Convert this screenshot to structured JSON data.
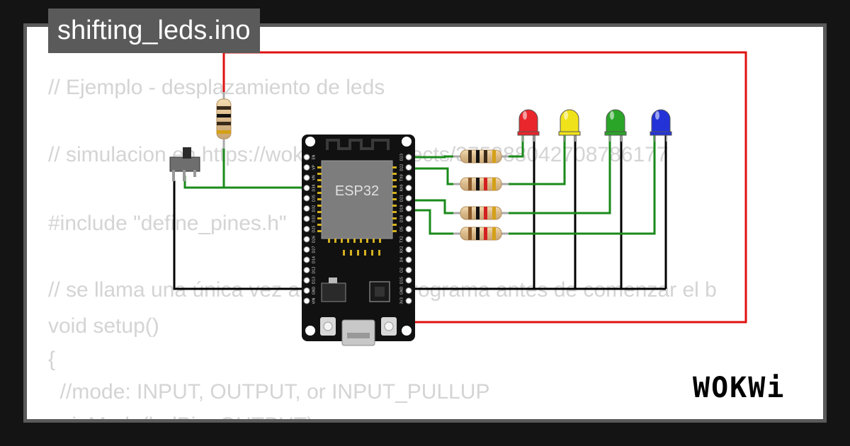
{
  "title": "shifting_leds.ino",
  "code_lines": [
    "// Ejemplo - desplazamiento de leds",
    "",
    "// simulacion en https://wokwi.com/projects/375388042708786177",
    "",
    "#include \"define_pines.h\"",
    "",
    "",
    "// se llama una única vez al inicio del programa antes de comenzar el b",
    "void setup()",
    "{",
    "  //mode: INPUT, OUTPUT, or INPUT_PULLUP",
    "  pinMode(ledPin, OUTPUT);"
  ],
  "board": {
    "label": "ESP32",
    "pins_left": [
      "EN",
      "VP",
      "VN",
      "D34",
      "D35",
      "D32",
      "D33",
      "D25",
      "D26",
      "D27",
      "D14",
      "D12",
      "D13",
      "GND",
      "VIN"
    ],
    "pins_right": [
      "D23",
      "D22",
      "TX0",
      "RX0",
      "D21",
      "D19",
      "D18",
      "D5",
      "TX2",
      "RX2",
      "D4",
      "D2",
      "D15",
      "GND",
      "3V3"
    ]
  },
  "leds": [
    {
      "color": "red",
      "hex": "#e8262b"
    },
    {
      "color": "yellow",
      "hex": "#f0e21a"
    },
    {
      "color": "green",
      "hex": "#2aa528"
    },
    {
      "color": "blue",
      "hex": "#2333d8"
    }
  ],
  "wire_colors": {
    "signal": "#1a8a1a",
    "ground": "#000000",
    "power": "#e01010"
  },
  "logo": "WOKWi"
}
